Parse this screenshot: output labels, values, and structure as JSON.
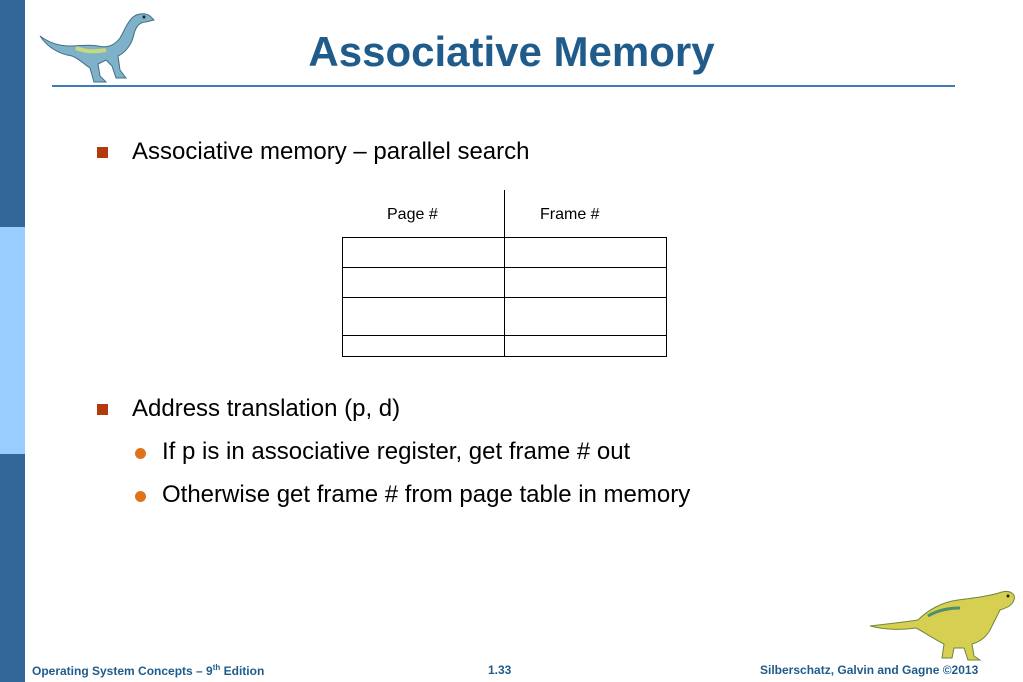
{
  "slide": {
    "title": "Associative Memory",
    "bullets": [
      "Associative memory – parallel search",
      "Address translation (p, d)"
    ],
    "sub_bullets": [
      "If p is in associative register, get frame # out",
      "Otherwise get frame # from page table in memory"
    ]
  },
  "table": {
    "headers": [
      "Page #",
      "Frame #"
    ]
  },
  "footer": {
    "left_prefix": "Operating System Concepts – 9",
    "left_sup": "th",
    "left_suffix": " Edition",
    "page_number": "1.33",
    "right": "Silberschatz, Galvin and Gagne ©2013"
  },
  "colors": {
    "sidebar_dark": "#336699",
    "sidebar_light": "#99ccff",
    "title": "#1f5c8b",
    "bullet_square": "#b33a0c",
    "bullet_dot": "#e0731a"
  }
}
